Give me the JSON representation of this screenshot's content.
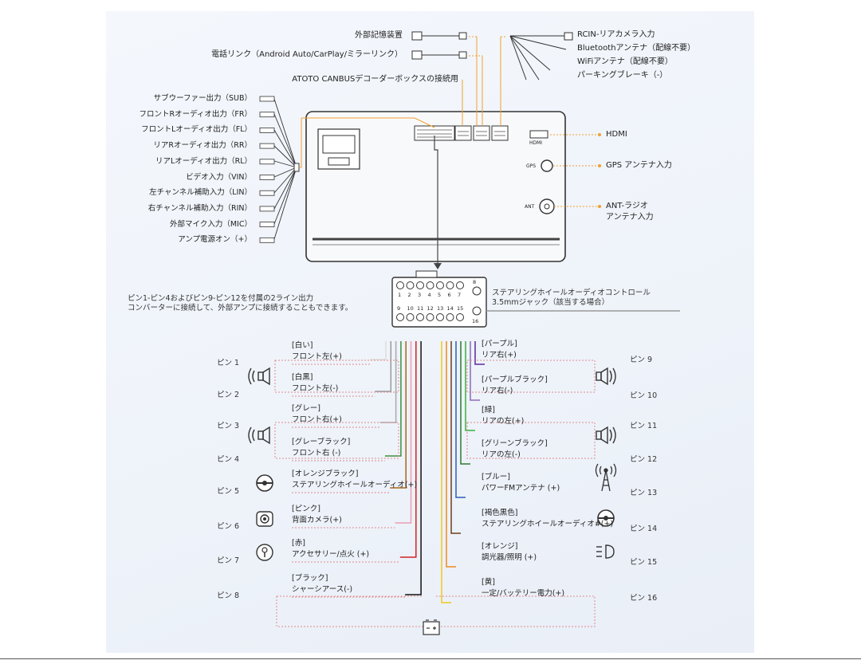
{
  "top_labels": {
    "storage": "外部記憶装置",
    "phone_link": "電話リンク（Android Auto/CarPlay/ミラーリンク）",
    "canbus": "ATOTO CANBUSデコーダーボックスの接続用"
  },
  "top_right_labels": [
    "RCIN-リアカメラ入力",
    "Bluetoothアンテナ（配線不要）",
    "WiFiアンテナ（配線不要）",
    "パーキングブレーキ（-）"
  ],
  "left_rca_labels": [
    "サブウーファー出力（SUB）",
    "フロントRオーディオ出力（FR）",
    "フロントLオーディオ出力（FL）",
    "リアRオーディオ出力（RR）",
    "リアLオーディオ出力（RL）",
    "ビデオ入力（VIN）",
    "左チャンネル補助入力（LIN）",
    "右チャンネル補助入力（RIN）",
    "外部マイク入力（MIC）",
    "アンプ電源オン（+）"
  ],
  "right_port_labels": {
    "hdmi": "HDMI",
    "gps": "GPS アンテナ入力",
    "ant_line1": "ANT-ラジオ",
    "ant_line2": "アンテナ入力"
  },
  "device_marks": {
    "hdmi": "HDMI",
    "gps": "GPS",
    "ant": "ANT"
  },
  "connector": {
    "top_numbers": [
      "1",
      "2",
      "3",
      "4",
      "5",
      "6",
      "7"
    ],
    "pin8": "8",
    "bottom_numbers": [
      "9",
      "10",
      "11",
      "12",
      "13",
      "14",
      "15"
    ],
    "pin16": "16"
  },
  "left_note": [
    "ピン1-ピン4およびピン9-ピン12を付属の2ライン出力",
    "コンバーターに接続して、外部アンプに接続することもできます。"
  ],
  "right_note": [
    "ステアリングホイールオーディオコントロール",
    "3.5mmジャック（該当する場合）"
  ],
  "left_pins": [
    {
      "pin": "ピン 1",
      "color_label": "[白い]",
      "func": "フロント左(+)",
      "wire": "#dddddd"
    },
    {
      "pin": "ピン 2",
      "color_label": "[白黒]",
      "func": "フロント左(-)",
      "wire": "#9a9a9a"
    },
    {
      "pin": "ピン 3",
      "color_label": "[グレー]",
      "func": "フロント右(+)",
      "wire": "#a8a8a8"
    },
    {
      "pin": "ピン 4",
      "color_label": "[グレーブラック]",
      "func": "フロント右 (-)",
      "wire": "#3f8f3f"
    },
    {
      "pin": "ピン 5",
      "color_label": "[オレンジブラック]",
      "func": "ステアリングホイールオーディオ(+)",
      "wire": "#a8661c"
    },
    {
      "pin": "ピン 6",
      "color_label": "[ピンク]",
      "func": "背面カメラ(+)",
      "wire": "#e9a0b4"
    },
    {
      "pin": "ピン 7",
      "color_label": "[赤]",
      "func": "アクセサリー/点火 (+)",
      "wire": "#d22222"
    },
    {
      "pin": "ピン 8",
      "color_label": "[ブラック]",
      "func": "シャーシアース(-)",
      "wire": "#111111"
    }
  ],
  "right_pins": [
    {
      "pin": "ピン 9",
      "color_label": "[パープル]",
      "func": "リア右(+)",
      "wire": "#5a2a9a"
    },
    {
      "pin": "ピン 10",
      "color_label": "[パープルブラック]",
      "func": "リア右(-)",
      "wire": "#8a6ab8"
    },
    {
      "pin": "ピン 11",
      "color_label": "[緑]",
      "func": "リアの左(+)",
      "wire": "#3fae3f"
    },
    {
      "pin": "ピン 12",
      "color_label": "[グリーンブラック]",
      "func": "リアの左(-)",
      "wire": "#2e7a2e"
    },
    {
      "pin": "ピン 13",
      "color_label": "[ブルー]",
      "func": "パワーFMアンテナ (+)",
      "wire": "#2a5fb8"
    },
    {
      "pin": "ピン 14",
      "color_label": "[褐色黒色]",
      "func": "ステアリングホイールオーディオ#(+)",
      "wire": "#6b3e1c"
    },
    {
      "pin": "ピン 15",
      "color_label": "[オレンジ]",
      "func": "調光器/照明 (+)",
      "wire": "#f08a1a"
    },
    {
      "pin": "ピン 16",
      "color_label": "[黄]",
      "func": "一定/バッテリー電力(+)",
      "wire": "#f2c81a"
    }
  ],
  "colors": {
    "accent_orange": "#f0a030",
    "dashed_red": "#e08a8a",
    "device_line": "#444444"
  },
  "icons": [
    "speaker-icon",
    "steering-wheel-icon",
    "camera-icon",
    "ignition-icon",
    "antenna-icon",
    "light-icon",
    "battery-icon"
  ]
}
